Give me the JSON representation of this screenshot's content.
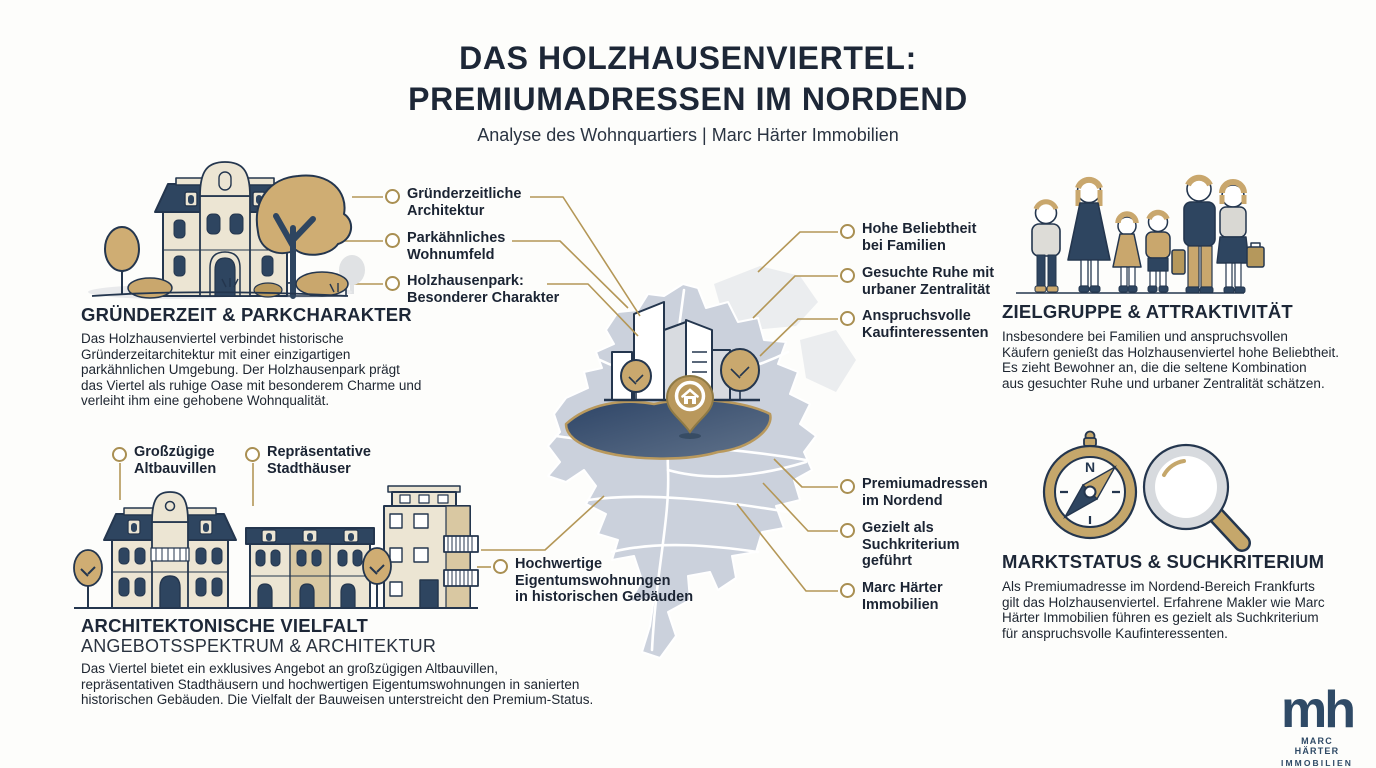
{
  "header": {
    "title_line1": "DAS HOLZHAUSENVIERTEL:",
    "title_line2": "PREMIUMADRESSEN IM NORDEND",
    "subtitle": "Analyse des Wohnquartiers | Marc Härter Immobilien"
  },
  "colors": {
    "navy": "#2e4560",
    "gold": "#b49757",
    "cream": "#ece5d3",
    "map_gray": "#cbd1dc",
    "highlight_navy": "#31486b",
    "text": "#1d2530"
  },
  "sections": {
    "gruenderzeit": {
      "heading": "GRÜNDERZEIT & PARKCHARAKTER",
      "body": "Das Holzhausenviertel verbindet historische\nGründerzeitarchitektur mit einer einzigartigen\nparkähnlichen Umgebung. Der Holzhausenpark prägt\ndas Viertel als ruhige Oase mit besonderem Charme und\nverleiht ihm eine gehobene Wohnqualität.",
      "callouts": [
        "Gründerzeitliche\nArchitektur",
        "Parkähnliches\nWohnumfeld",
        "Holzhausenpark:\nBesonderer Charakter"
      ]
    },
    "zielgruppe": {
      "heading": "ZIELGRUPPE & ATTRAKTIVITÄT",
      "body": "Insbesondere bei Familien und anspruchsvollen\nKäufern genießt das Holzhausenviertel hohe Beliebtheit.\nEs zieht Bewohner an, die die seltene Kombination\naus gesuchter Ruhe und urbaner Zentralität schätzen.",
      "callouts": [
        "Hohe Beliebtheit\nbei Familien",
        "Gesuchte Ruhe mit\nurbaner Zentralität",
        "Anspruchsvolle\nKaufinteressenten"
      ]
    },
    "architektur": {
      "heading": "ARCHITEKTONISCHE VIELFALT",
      "subheading": "ANGEBOTSSPEKTRUM & ARCHITEKTUR",
      "body": "Das Viertel bietet ein exklusives Angebot an großzügigen Altbauvillen,\nrepräsentativen Stadthäusern und hochwertigen Eigentumswohnungen in sanierten\nhistorischen Gebäuden. Die Vielfalt der Bauweisen unterstreicht den Premium-Status.",
      "callouts": [
        "Großzügige\nAltbauvillen",
        "Repräsentative\nStadthäuser",
        "Hochwertige\nEigentumswohnungen\nin historischen Gebäuden"
      ]
    },
    "marktstatus": {
      "heading": "MARKTSTATUS & SUCHKRITERIUM",
      "body": "Als Premiumadresse im Nordend-Bereich Frankfurts\ngilt das Holzhausenviertel. Erfahrene Makler wie Marc\nHärter Immobilien führen es gezielt als Suchkriterium\nfür anspruchsvolle Kaufinteressenten.",
      "callouts": [
        "Premiumadressen\nim Nordend",
        "Gezielt als\nSuchkriterium\ngeführt",
        "Marc Härter\nImmobilien"
      ]
    }
  },
  "icons": {
    "compass_north": "N"
  },
  "logo": {
    "monogram": "mh",
    "line1": "MARC HÄRTER",
    "line2": "IMMOBILIEN"
  }
}
